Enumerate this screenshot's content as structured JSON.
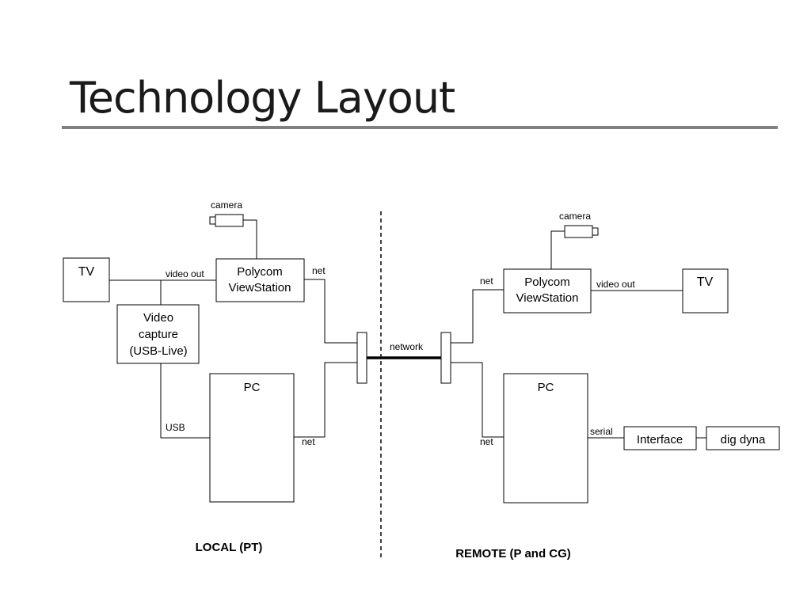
{
  "title": "Technology Layout",
  "diagram": {
    "local": {
      "section_label": "LOCAL (PT)",
      "tv": "TV",
      "camera": "camera",
      "polycom": [
        "Polycom",
        "ViewStation"
      ],
      "video_capture": [
        "Video",
        "capture",
        "(USB-Live)"
      ],
      "pc": "PC",
      "video_out": "video out",
      "net_top": "net",
      "usb": "USB",
      "net_bottom": "net"
    },
    "remote": {
      "section_label": "REMOTE (P and CG)",
      "camera": "camera",
      "polycom": [
        "Polycom",
        "ViewStation"
      ],
      "tv": "TV",
      "video_out": "video out",
      "net_top": "net",
      "pc": "PC",
      "net_bottom": "net",
      "serial": "serial",
      "interface": "Interface",
      "dig_dyna": "dig dyna"
    },
    "network": "network"
  }
}
